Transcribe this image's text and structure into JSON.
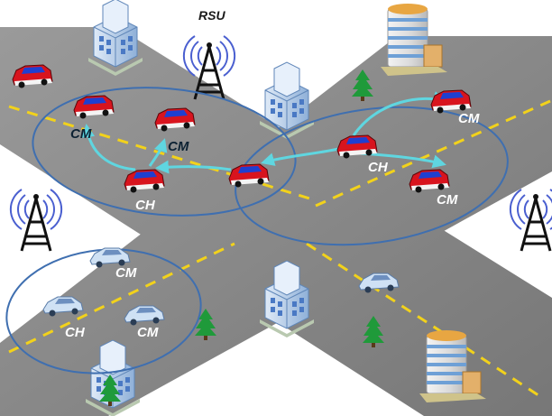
{
  "diagram": {
    "labels": {
      "rsu": "RSU",
      "cm": "CM",
      "ch": "CH"
    },
    "colors": {
      "road": "#8c8c8c",
      "lane_marking": "#f2d21b",
      "cluster_outline": "#3f6fb0",
      "link_arrow": "#5fd6e0",
      "red_vehicle": "#d8141e",
      "blue_vehicle_roof": "#1f3fd0",
      "white_vehicle": "#bcd6f0",
      "tower": "#111111",
      "tower_waves": "#4a5fd0"
    },
    "icons": [
      "rsu-tower-icon",
      "building-icon",
      "tree-icon",
      "red-car-icon",
      "white-car-icon"
    ]
  }
}
